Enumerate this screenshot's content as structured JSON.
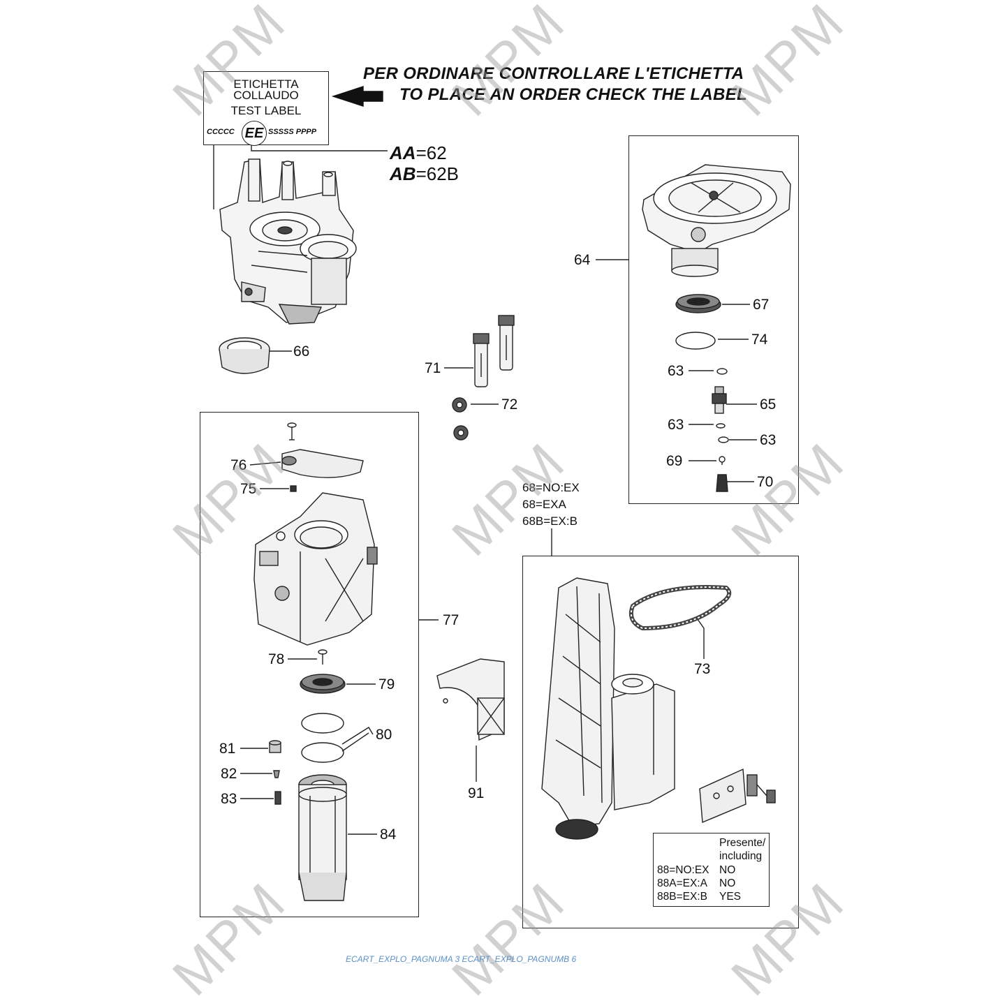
{
  "header": {
    "italian": "PER ORDINARE CONTROLLARE L'ETICHETTA",
    "english": "TO PLACE AN ORDER CHECK THE LABEL"
  },
  "test_label": {
    "line1": "ETICHETTA",
    "line2": "COLLAUDO",
    "line3": "TEST LABEL",
    "code_left": "CCCCC",
    "code_circle": "EE",
    "code_right": "SSSSS PPPP"
  },
  "label_codes": [
    {
      "key": "AA",
      "value": "=62"
    },
    {
      "key": "AB",
      "value": "=62B"
    }
  ],
  "callouts": {
    "c64": "64",
    "c67": "67",
    "c74": "74",
    "c63a": "63",
    "c65": "65",
    "c63b": "63",
    "c63c": "63",
    "c69": "69",
    "c70": "70",
    "c66": "66",
    "c71": "71",
    "c72": "72",
    "c76": "76",
    "c75": "75",
    "c77": "77",
    "c78": "78",
    "c79": "79",
    "c80": "80",
    "c81": "81",
    "c82": "82",
    "c83": "83",
    "c84": "84",
    "c91": "91",
    "c73": "73"
  },
  "variant_68": [
    "68=NO:EX",
    "68=EXA",
    "68B=EX:B"
  ],
  "presence_table": {
    "header1": "Presente/",
    "header2": "including",
    "rows": [
      {
        "code": "88=NO:EX",
        "value": "NO"
      },
      {
        "code": "88A=EX:A",
        "value": "NO"
      },
      {
        "code": "88B=EX:B",
        "value": "YES"
      }
    ]
  },
  "watermark": "MPM",
  "footer": "ECART_EXPLO_PAGNUMA 3 ECART_EXPLO_PAGNUMB 6"
}
